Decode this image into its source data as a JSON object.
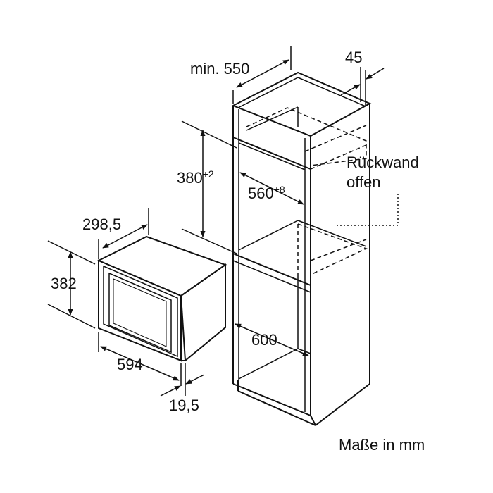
{
  "dimensions": {
    "cabinet_depth_min": "min. 550",
    "rear_gap": "45",
    "niche_height": "380",
    "niche_height_tol": "+2",
    "niche_width": "560",
    "niche_width_tol": "+8",
    "cabinet_width": "600",
    "device_depth": "298,5",
    "device_height": "382",
    "device_width": "594",
    "front_thickness": "19,5"
  },
  "notes": {
    "back_wall_line1": "Rückwand",
    "back_wall_line2": "offen",
    "units": "Maße in mm"
  }
}
